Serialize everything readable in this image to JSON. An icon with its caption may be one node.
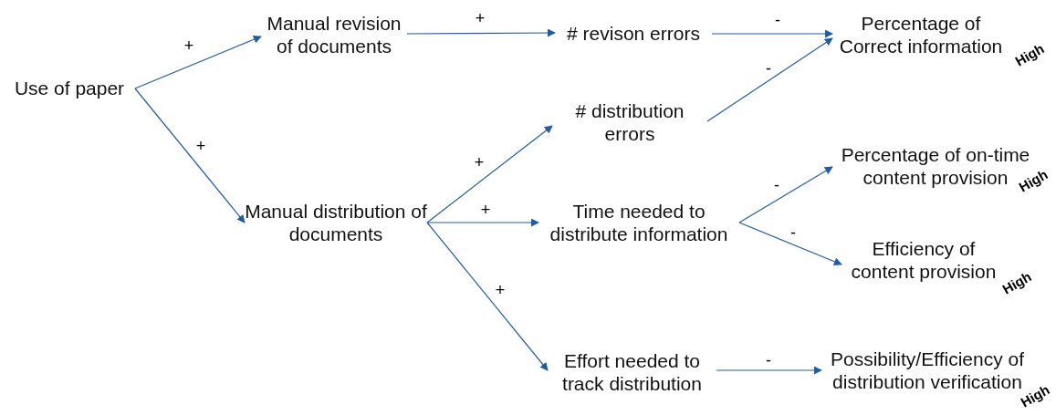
{
  "diagram": {
    "nodes": [
      {
        "text": [
          "Use of paper"
        ]
      },
      {
        "text": [
          "Manual revision of documents"
        ]
      },
      {
        "text": [
          "# revison errors"
        ]
      },
      {
        "text": [
          "Percentage of Correct information"
        ],
        "beside": [
          "High"
        ]
      },
      {
        "text": [
          "# distribution errors"
        ]
      },
      {
        "text": [
          "Manual distribution of documents"
        ]
      },
      {
        "text": [
          "Time needed to distribute information"
        ]
      },
      {
        "text": [
          "Percentage of on-time content provision"
        ],
        "beside": [
          "High"
        ]
      },
      {
        "text": [
          "Efficiency of content provision"
        ],
        "beside": [
          "High"
        ]
      },
      {
        "text": [
          "Effort needed to track distribution"
        ]
      },
      {
        "text": [
          "Possibility/Efficiency of distribution verification"
        ],
        "beside": [
          "High"
        ]
      }
    ],
    "edges": [
      {
        "from": 0,
        "to": 1,
        "arrow": "to",
        "label": "+"
      },
      {
        "from": 0,
        "to": 5,
        "arrow": "to",
        "label": "+"
      },
      {
        "from": 1,
        "to": 2,
        "arrow": "to",
        "label": "+"
      },
      {
        "from": 2,
        "to": 3,
        "arrow": "to",
        "label": "-"
      },
      {
        "from": 4,
        "to": 3,
        "arrow": "to",
        "label": "-"
      },
      {
        "from": 5,
        "to": 4,
        "arrow": "to",
        "label": "+"
      },
      {
        "from": 5,
        "to": 6,
        "arrow": "to",
        "label": "+"
      },
      {
        "from": 5,
        "to": 9,
        "arrow": "to",
        "label": "+"
      },
      {
        "from": 6,
        "to": 7,
        "arrow": "to",
        "label": "-"
      },
      {
        "from": 6,
        "to": 8,
        "arrow": "to",
        "label": "-"
      },
      {
        "from": 9,
        "to": 10,
        "arrow": "to",
        "label": "-"
      }
    ]
  }
}
